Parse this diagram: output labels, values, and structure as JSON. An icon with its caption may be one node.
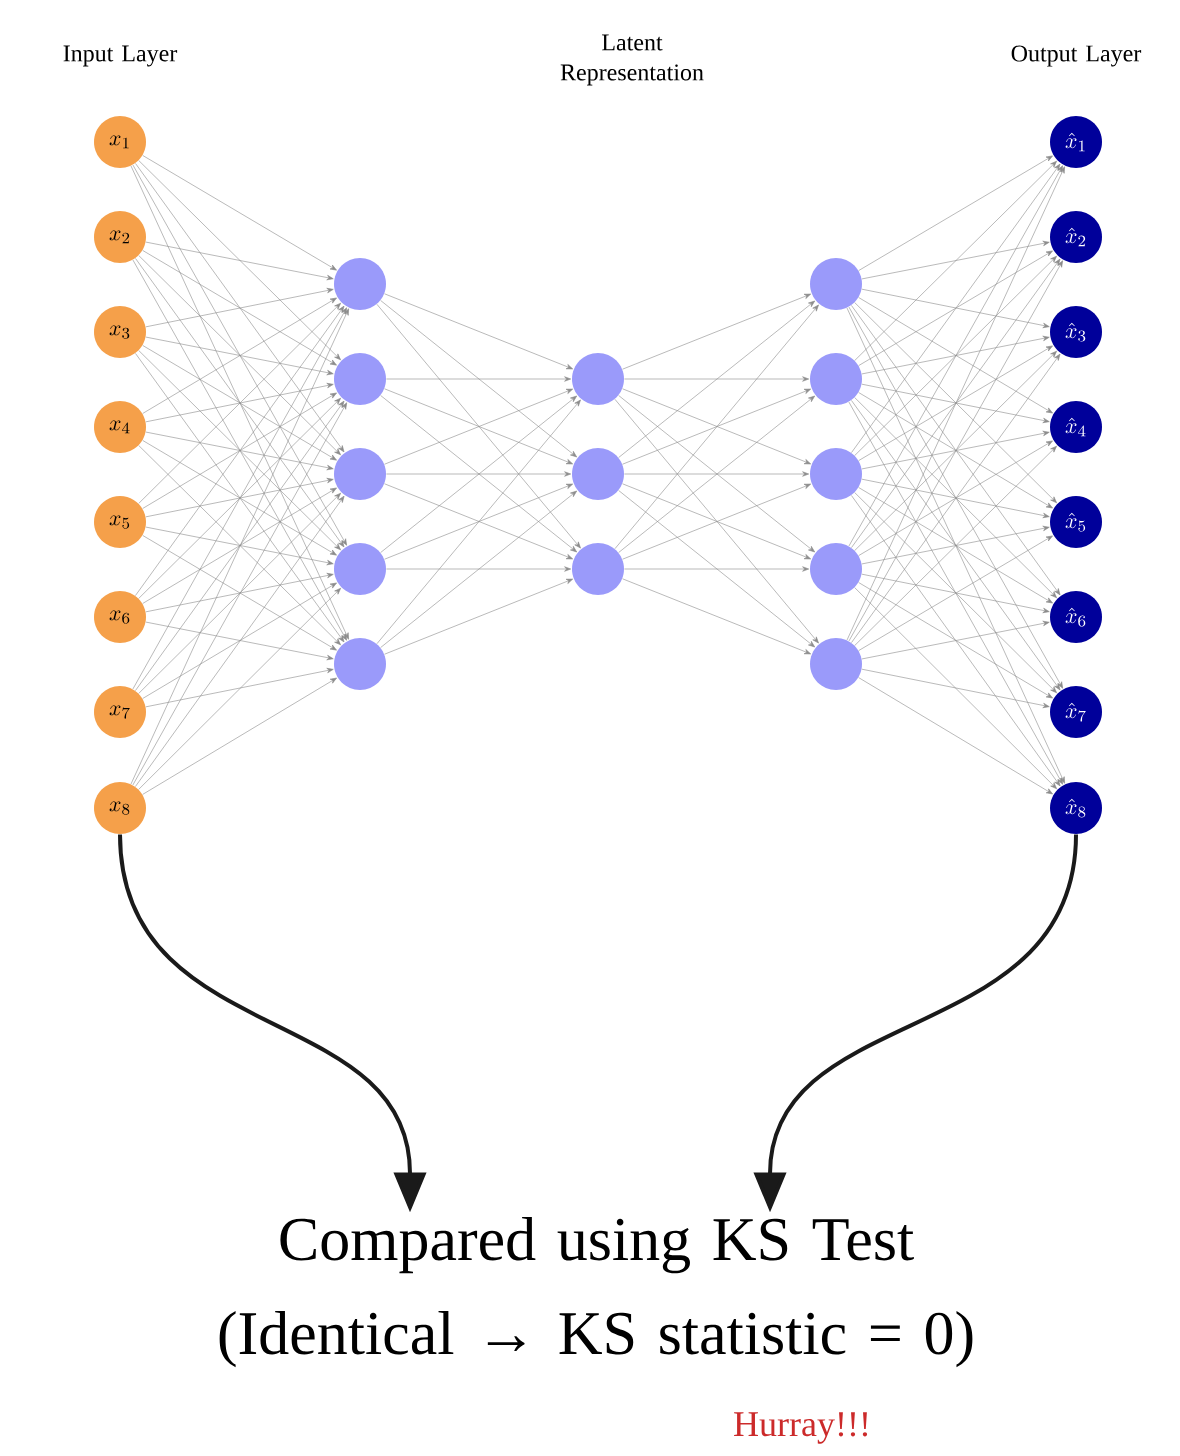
{
  "diagram": {
    "nodes": [
      {
        "text": [
          "x_{1}"
        ]
      },
      {
        "text": [
          "x_{2}"
        ]
      },
      {
        "text": [
          "x_{3}"
        ]
      },
      {
        "text": [
          "x_{4}"
        ]
      },
      {
        "text": [
          "x_{5}"
        ]
      },
      {
        "text": [
          "x_{6}"
        ]
      },
      {
        "text": [
          "x_{7}"
        ]
      },
      {
        "text": [
          "x_{8}"
        ]
      },
      {
        "text": [],
        "shape": "circle"
      },
      {
        "text": [],
        "shape": "circle"
      },
      {
        "text": [],
        "shape": "circle"
      },
      {
        "text": [],
        "shape": "circle"
      },
      {
        "text": [],
        "shape": "circle"
      },
      {
        "text": [],
        "shape": "circle"
      },
      {
        "text": [],
        "shape": "circle"
      },
      {
        "text": [],
        "shape": "circle"
      },
      {
        "text": [],
        "shape": "circle"
      },
      {
        "text": [],
        "shape": "circle"
      },
      {
        "text": [],
        "shape": "circle"
      },
      {
        "text": [],
        "shape": "circle"
      },
      {
        "text": [],
        "shape": "circle"
      },
      {
        "text": [
          "\\hat{x}_{1}"
        ]
      },
      {
        "text": [
          "\\hat{x}_{2}"
        ]
      },
      {
        "text": [
          "\\hat{x}_{3}"
        ]
      },
      {
        "text": [
          "\\hat{x}_{4}"
        ]
      },
      {
        "text": [
          "\\hat{x}_{5}"
        ]
      },
      {
        "text": [
          "\\hat{x}_{6}"
        ]
      },
      {
        "text": [
          "\\hat{x}_{7}"
        ]
      },
      {
        "text": [
          "\\hat{x}_{8}"
        ]
      },
      {
        "text": [
          "Compared using KS Test (Identical → KS statistic = 0)"
        ]
      }
    ],
    "edges": [
      {
        "from": 0,
        "to": 8,
        "arrow": "to"
      },
      {
        "from": 0,
        "to": 9,
        "arrow": "to"
      },
      {
        "from": 0,
        "to": 10,
        "arrow": "to"
      },
      {
        "from": 0,
        "to": 11,
        "arrow": "to"
      },
      {
        "from": 0,
        "to": 12,
        "arrow": "to"
      },
      {
        "from": 1,
        "to": 8,
        "arrow": "to"
      },
      {
        "from": 1,
        "to": 9,
        "arrow": "to"
      },
      {
        "from": 1,
        "to": 10,
        "arrow": "to"
      },
      {
        "from": 1,
        "to": 11,
        "arrow": "to"
      },
      {
        "from": 1,
        "to": 12,
        "arrow": "to"
      },
      {
        "from": 2,
        "to": 8,
        "arrow": "to"
      },
      {
        "from": 2,
        "to": 9,
        "arrow": "to"
      },
      {
        "from": 2,
        "to": 10,
        "arrow": "to"
      },
      {
        "from": 2,
        "to": 11,
        "arrow": "to"
      },
      {
        "from": 2,
        "to": 12,
        "arrow": "to"
      },
      {
        "from": 3,
        "to": 8,
        "arrow": "to"
      },
      {
        "from": 3,
        "to": 9,
        "arrow": "to"
      },
      {
        "from": 3,
        "to": 10,
        "arrow": "to"
      },
      {
        "from": 3,
        "to": 11,
        "arrow": "to"
      },
      {
        "from": 3,
        "to": 12,
        "arrow": "to"
      },
      {
        "from": 4,
        "to": 8,
        "arrow": "to"
      },
      {
        "from": 4,
        "to": 9,
        "arrow": "to"
      },
      {
        "from": 4,
        "to": 10,
        "arrow": "to"
      },
      {
        "from": 4,
        "to": 11,
        "arrow": "to"
      },
      {
        "from": 4,
        "to": 12,
        "arrow": "to"
      },
      {
        "from": 5,
        "to": 8,
        "arrow": "to"
      },
      {
        "from": 5,
        "to": 9,
        "arrow": "to"
      },
      {
        "from": 5,
        "to": 10,
        "arrow": "to"
      },
      {
        "from": 5,
        "to": 11,
        "arrow": "to"
      },
      {
        "from": 5,
        "to": 12,
        "arrow": "to"
      },
      {
        "from": 6,
        "to": 8,
        "arrow": "to"
      },
      {
        "from": 6,
        "to": 9,
        "arrow": "to"
      },
      {
        "from": 6,
        "to": 10,
        "arrow": "to"
      },
      {
        "from": 6,
        "to": 11,
        "arrow": "to"
      },
      {
        "from": 6,
        "to": 12,
        "arrow": "to"
      },
      {
        "from": 7,
        "to": 8,
        "arrow": "to"
      },
      {
        "from": 7,
        "to": 9,
        "arrow": "to"
      },
      {
        "from": 7,
        "to": 10,
        "arrow": "to"
      },
      {
        "from": 7,
        "to": 11,
        "arrow": "to"
      },
      {
        "from": 7,
        "to": 12,
        "arrow": "to"
      },
      {
        "from": 8,
        "to": 13,
        "arrow": "to"
      },
      {
        "from": 8,
        "to": 14,
        "arrow": "to"
      },
      {
        "from": 8,
        "to": 15,
        "arrow": "to"
      },
      {
        "from": 9,
        "to": 13,
        "arrow": "to"
      },
      {
        "from": 9,
        "to": 14,
        "arrow": "to"
      },
      {
        "from": 9,
        "to": 15,
        "arrow": "to"
      },
      {
        "from": 10,
        "to": 13,
        "arrow": "to"
      },
      {
        "from": 10,
        "to": 14,
        "arrow": "to"
      },
      {
        "from": 10,
        "to": 15,
        "arrow": "to"
      },
      {
        "from": 11,
        "to": 13,
        "arrow": "to"
      },
      {
        "from": 11,
        "to": 14,
        "arrow": "to"
      },
      {
        "from": 11,
        "to": 15,
        "arrow": "to"
      },
      {
        "from": 12,
        "to": 13,
        "arrow": "to"
      },
      {
        "from": 12,
        "to": 14,
        "arrow": "to"
      },
      {
        "from": 12,
        "to": 15,
        "arrow": "to"
      },
      {
        "from": 13,
        "to": 16,
        "arrow": "to"
      },
      {
        "from": 13,
        "to": 17,
        "arrow": "to"
      },
      {
        "from": 13,
        "to": 18,
        "arrow": "to"
      },
      {
        "from": 13,
        "to": 19,
        "arrow": "to"
      },
      {
        "from": 13,
        "to": 20,
        "arrow": "to"
      },
      {
        "from": 14,
        "to": 16,
        "arrow": "to"
      },
      {
        "from": 14,
        "to": 17,
        "arrow": "to"
      },
      {
        "from": 14,
        "to": 18,
        "arrow": "to"
      },
      {
        "from": 14,
        "to": 19,
        "arrow": "to"
      },
      {
        "from": 14,
        "to": 20,
        "arrow": "to"
      },
      {
        "from": 15,
        "to": 16,
        "arrow": "to"
      },
      {
        "from": 15,
        "to": 17,
        "arrow": "to"
      },
      {
        "from": 15,
        "to": 18,
        "arrow": "to"
      },
      {
        "from": 15,
        "to": 19,
        "arrow": "to"
      },
      {
        "from": 15,
        "to": 20,
        "arrow": "to"
      },
      {
        "from": 16,
        "to": 21,
        "arrow": "to"
      },
      {
        "from": 16,
        "to": 22,
        "arrow": "to"
      },
      {
        "from": 16,
        "to": 23,
        "arrow": "to"
      },
      {
        "from": 16,
        "to": 24,
        "arrow": "to"
      },
      {
        "from": 16,
        "to": 25,
        "arrow": "to"
      },
      {
        "from": 16,
        "to": 26,
        "arrow": "to"
      },
      {
        "from": 16,
        "to": 27,
        "arrow": "to"
      },
      {
        "from": 16,
        "to": 28,
        "arrow": "to"
      },
      {
        "from": 17,
        "to": 21,
        "arrow": "to"
      },
      {
        "from": 17,
        "to": 22,
        "arrow": "to"
      },
      {
        "from": 17,
        "to": 23,
        "arrow": "to"
      },
      {
        "from": 17,
        "to": 24,
        "arrow": "to"
      },
      {
        "from": 17,
        "to": 25,
        "arrow": "to"
      },
      {
        "from": 17,
        "to": 26,
        "arrow": "to"
      },
      {
        "from": 17,
        "to": 27,
        "arrow": "to"
      },
      {
        "from": 17,
        "to": 28,
        "arrow": "to"
      },
      {
        "from": 18,
        "to": 21,
        "arrow": "to"
      },
      {
        "from": 18,
        "to": 22,
        "arrow": "to"
      },
      {
        "from": 18,
        "to": 23,
        "arrow": "to"
      },
      {
        "from": 18,
        "to": 24,
        "arrow": "to"
      },
      {
        "from": 18,
        "to": 25,
        "arrow": "to"
      },
      {
        "from": 18,
        "to": 26,
        "arrow": "to"
      },
      {
        "from": 18,
        "to": 27,
        "arrow": "to"
      },
      {
        "from": 18,
        "to": 28,
        "arrow": "to"
      },
      {
        "from": 19,
        "to": 21,
        "arrow": "to"
      },
      {
        "from": 19,
        "to": 22,
        "arrow": "to"
      },
      {
        "from": 19,
        "to": 23,
        "arrow": "to"
      },
      {
        "from": 19,
        "to": 24,
        "arrow": "to"
      },
      {
        "from": 19,
        "to": 25,
        "arrow": "to"
      },
      {
        "from": 19,
        "to": 26,
        "arrow": "to"
      },
      {
        "from": 19,
        "to": 27,
        "arrow": "to"
      },
      {
        "from": 19,
        "to": 28,
        "arrow": "to"
      },
      {
        "from": 20,
        "to": 21,
        "arrow": "to"
      },
      {
        "from": 20,
        "to": 22,
        "arrow": "to"
      },
      {
        "from": 20,
        "to": 23,
        "arrow": "to"
      },
      {
        "from": 20,
        "to": 24,
        "arrow": "to"
      },
      {
        "from": 20,
        "to": 25,
        "arrow": "to"
      },
      {
        "from": 20,
        "to": 26,
        "arrow": "to"
      },
      {
        "from": 20,
        "to": 27,
        "arrow": "to"
      },
      {
        "from": 20,
        "to": 28,
        "arrow": "to"
      },
      {
        "from": 7,
        "to": 29,
        "arrow": "to",
        "style": "thick",
        "color": "#1a1a1a"
      },
      {
        "from": 28,
        "to": 29,
        "arrow": "to",
        "style": "thick",
        "color": "#1a1a1a"
      }
    ],
    "labels": [
      "Input Layer",
      "Latent Representation",
      "Output Layer",
      "Hurray!!!"
    ]
  }
}
